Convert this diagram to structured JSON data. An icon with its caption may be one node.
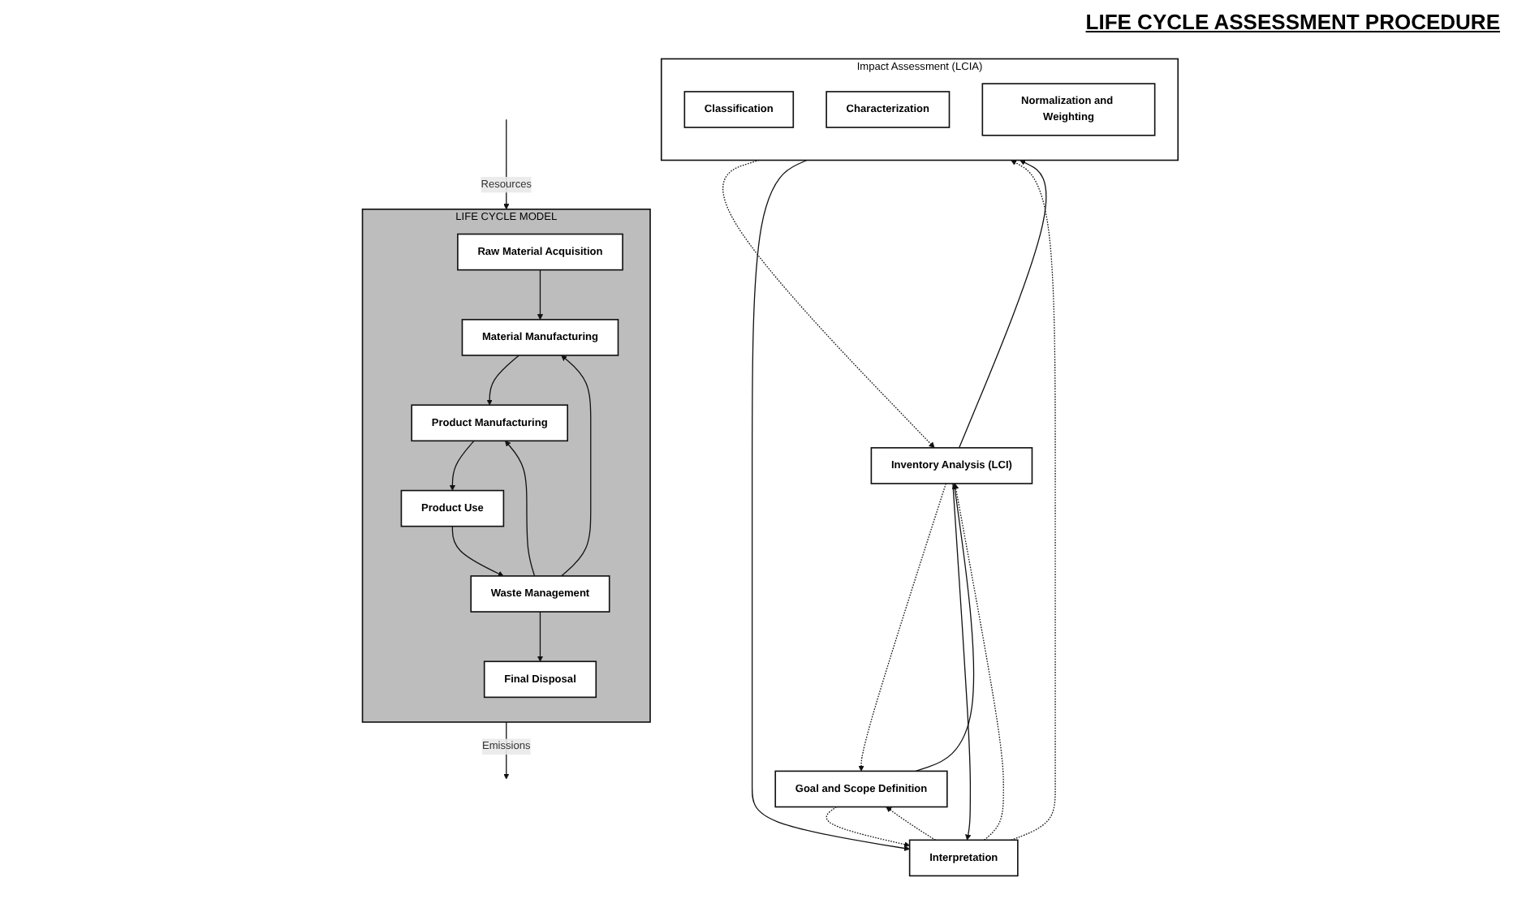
{
  "diagram": {
    "nodes": [
      {
        "text": [
          "LIFE CYCLE MODEL"
        ]
      },
      {
        "text": [
          "Raw Material Acquisition"
        ],
        "in": 0
      },
      {
        "text": [
          "Material Manufacturing"
        ],
        "in": 0
      },
      {
        "text": [
          "Product Manufacturing"
        ],
        "in": 0
      },
      {
        "text": [
          "Product Use"
        ],
        "in": 0
      },
      {
        "text": [
          "Waste Management"
        ],
        "in": 0
      },
      {
        "text": [
          "Final Disposal"
        ],
        "in": 0
      },
      {
        "text": [
          "Goal and Scope Definition"
        ]
      },
      {
        "text": [
          "Interpretation"
        ]
      },
      {
        "text": [
          "Inventory Analysis (LCI)"
        ]
      },
      {
        "text": [
          "Impact Assessment (LCIA)"
        ]
      },
      {
        "text": [
          "Classification"
        ],
        "in": 10
      },
      {
        "text": [
          "Characterization"
        ],
        "in": 10
      },
      {
        "text": [
          "Normalization and Weighting"
        ],
        "in": 10
      }
    ],
    "edges": [
      {
        "from": null,
        "to": 0,
        "arrow": "to",
        "label": "Resources"
      },
      {
        "from": 1,
        "to": 2,
        "arrow": "to"
      },
      {
        "from": 2,
        "to": 3,
        "arrow": "to"
      },
      {
        "from": 3,
        "to": 4,
        "arrow": "to"
      },
      {
        "from": 4,
        "to": 5,
        "arrow": "to"
      },
      {
        "from": 5,
        "to": 6,
        "arrow": "to"
      },
      {
        "from": 5,
        "to": 2,
        "arrow": "to"
      },
      {
        "from": 5,
        "to": 3,
        "arrow": "to"
      },
      {
        "from": 0,
        "to": null,
        "arrow": "to",
        "label": "Emissions"
      },
      {
        "from": 7,
        "to": 9,
        "arrow": "to"
      },
      {
        "from": 9,
        "to": 7,
        "arrow": "to",
        "style": "dashed"
      },
      {
        "from": 9,
        "to": 8,
        "arrow": "to"
      },
      {
        "from": 8,
        "to": 9,
        "arrow": "to",
        "style": "dashed"
      },
      {
        "from": 7,
        "to": 8,
        "arrow": "to",
        "style": "dashed"
      },
      {
        "from": 8,
        "to": 7,
        "arrow": "to",
        "style": "dashed"
      },
      {
        "from": 9,
        "to": 10,
        "arrow": "to"
      },
      {
        "from": 10,
        "to": 9,
        "arrow": "to",
        "style": "dashed"
      },
      {
        "from": 10,
        "to": 8,
        "arrow": "to"
      },
      {
        "from": 8,
        "to": 10,
        "arrow": "to",
        "style": "dashed"
      }
    ],
    "labels": [
      "LIFE CYCLE ASSESSMENT PROCEDURE"
    ]
  }
}
